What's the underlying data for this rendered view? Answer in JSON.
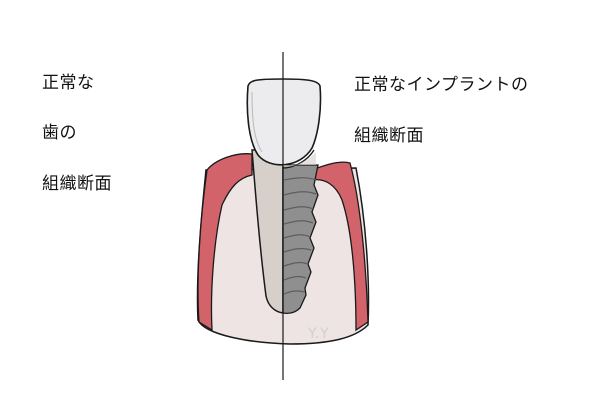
{
  "left_label": {
    "line1": "正常な",
    "line2": "歯の",
    "line3": "組織断面"
  },
  "right_label": {
    "line1": "正常なインプラントの",
    "line2": "組織断面"
  },
  "signature": "Y.Y",
  "colors": {
    "gum": "#d3636a",
    "bone": "#efe4e4",
    "crown": "#ececee",
    "root": "#d6cfca",
    "implant": "#8f8f8f",
    "outline": "#1a1a1a"
  }
}
